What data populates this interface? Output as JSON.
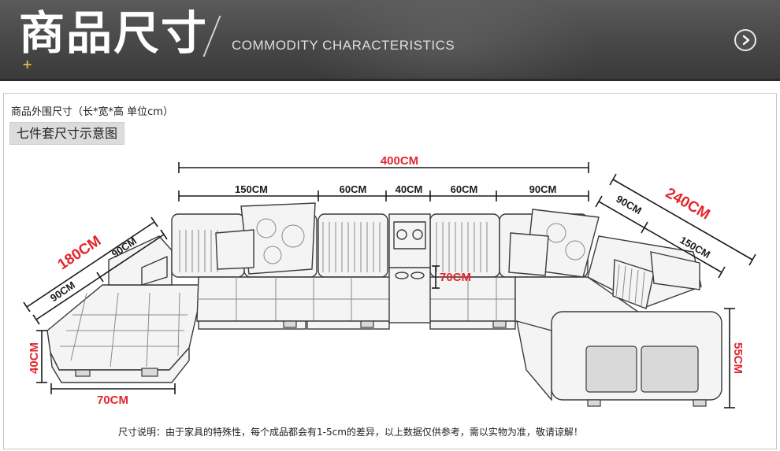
{
  "header": {
    "title": "商品尺寸",
    "subtitle": "COMMODITY CHARACTERISTICS",
    "plus_icon": "+",
    "next_icon": "arrow-right-circle-icon"
  },
  "info": {
    "outer_dimensions": "商品外围尺寸（长*宽*高  单位cm）",
    "set_label": "七件套尺寸示意图"
  },
  "dimensions": {
    "total_length": "400CM",
    "seg_1": "150CM",
    "seg_2": "60CM",
    "seg_3": "40CM",
    "seg_4": "60CM",
    "seg_5": "90CM",
    "right_total": "240CM",
    "right_short": "90CM",
    "right_long": "150CM",
    "left_total": "180CM",
    "left_upper": "90CM",
    "left_lower": "90CM",
    "console_height": "70CM",
    "seat_height": "40CM",
    "arm_height": "55CM",
    "chaise_width": "70CM"
  },
  "colors": {
    "accent_red": "#e3262d",
    "banner_gray": "#474747",
    "plus_gold": "#e0b050"
  },
  "footer": {
    "note": "尺寸说明：由于家具的特殊性，每个成品都会有1-5cm的差异，以上数据仅供参考，需以实物为准，敬请谅解！"
  }
}
